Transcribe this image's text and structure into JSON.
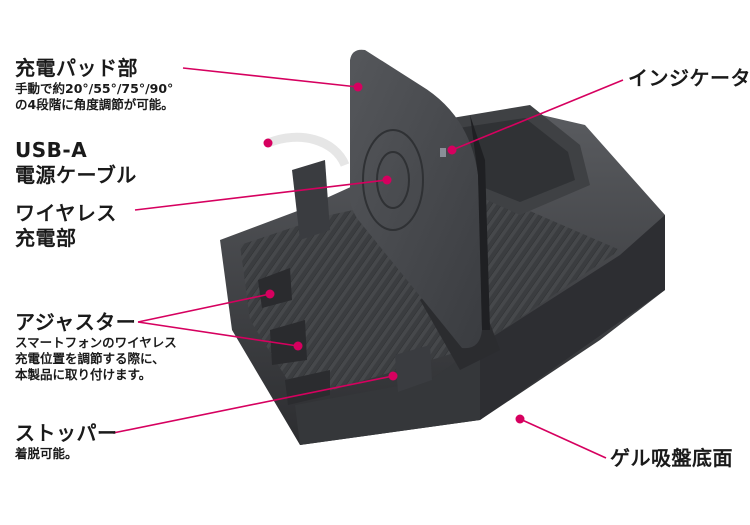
{
  "accent_color": "#d6005f",
  "callouts": {
    "charge_pad": {
      "title": "充電パッド部",
      "desc": [
        "手動で約20°/55°/75°/90°",
        "の4段階に角度調節が可能。"
      ]
    },
    "usb_cable": {
      "title": [
        "USB-A",
        "電源ケーブル"
      ]
    },
    "wireless": {
      "title": [
        "ワイヤレス",
        "充電部"
      ]
    },
    "adjuster": {
      "title": "アジャスター",
      "desc": [
        "スマートフォンのワイヤレス",
        "充電位置を調節する際に、",
        "本製品に取り付けます。"
      ]
    },
    "stopper": {
      "title": "ストッパー",
      "desc": [
        "着脱可能。"
      ]
    },
    "indicator": {
      "title": "インジケータ"
    },
    "gel_base": {
      "title": "ゲル吸盤底面"
    }
  }
}
